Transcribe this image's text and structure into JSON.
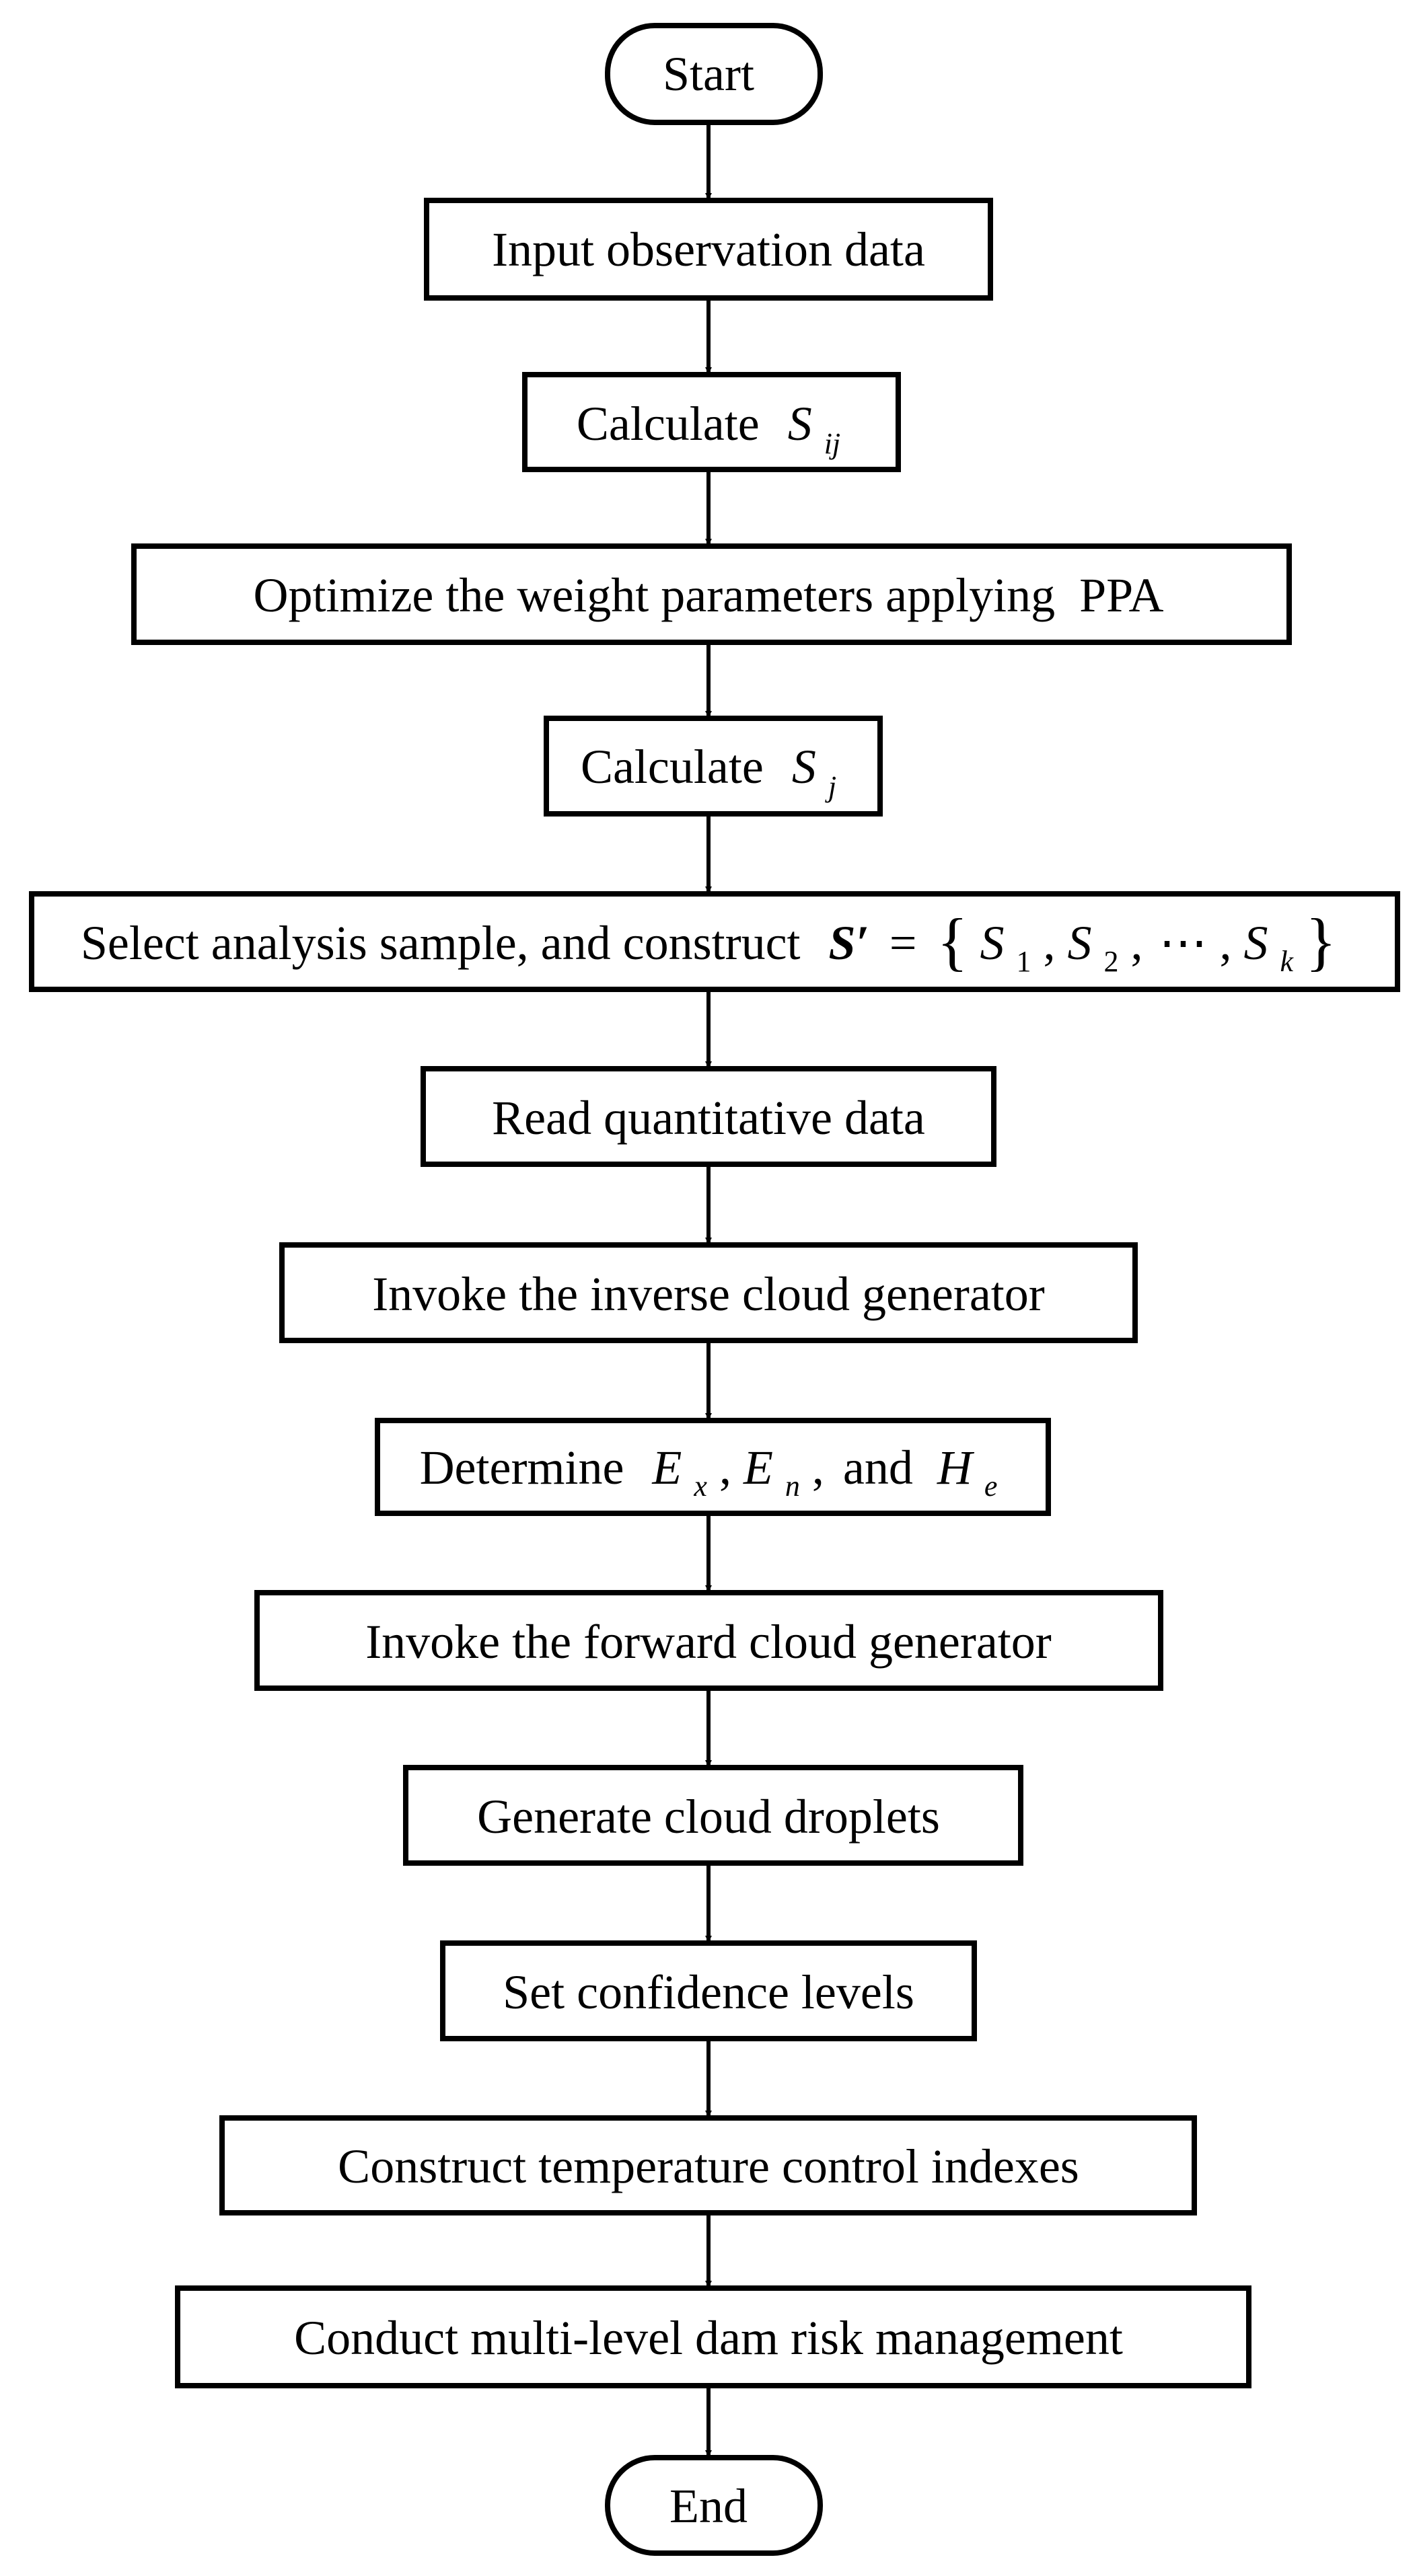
{
  "flowchart": {
    "steps": [
      {
        "id": "start",
        "shape": "terminal",
        "text": "Start"
      },
      {
        "id": "input",
        "shape": "process",
        "text": "Input observation data"
      },
      {
        "id": "calc-sij",
        "shape": "process",
        "text": "Calculate",
        "math": "S_ij"
      },
      {
        "id": "optimize",
        "shape": "process",
        "text": "Optimize the weight parameters applying  PPA"
      },
      {
        "id": "calc-sj",
        "shape": "process",
        "text": "Calculate",
        "math": "S_j"
      },
      {
        "id": "select",
        "shape": "process",
        "text": "Select analysis sample, and construct",
        "math": "S' = {S_1, S_2, ⋯, S_k}"
      },
      {
        "id": "read",
        "shape": "process",
        "text": "Read quantitative data"
      },
      {
        "id": "inverse",
        "shape": "process",
        "text": "Invoke the inverse cloud generator"
      },
      {
        "id": "determine",
        "shape": "process",
        "text": "Determine",
        "math": "E_x, E_n, and H_e"
      },
      {
        "id": "forward",
        "shape": "process",
        "text": "Invoke the forward cloud generator"
      },
      {
        "id": "droplets",
        "shape": "process",
        "text": "Generate cloud droplets"
      },
      {
        "id": "confidence",
        "shape": "process",
        "text": "Set confidence levels"
      },
      {
        "id": "indexes",
        "shape": "process",
        "text": "Construct temperature control indexes"
      },
      {
        "id": "risk",
        "shape": "process",
        "text": "Conduct multi-level dam risk management"
      },
      {
        "id": "end",
        "shape": "terminal",
        "text": "End"
      }
    ],
    "math_parts": {
      "S": "S",
      "ij": "ij",
      "j": "j",
      "S_prime": "S′",
      "eq": "=",
      "brace_open": "{",
      "brace_close": "}",
      "one": "1",
      "two": "2",
      "k": "k",
      "comma": ",",
      "ellipsis": "⋯",
      "E": "E",
      "H": "H",
      "x": "x",
      "n": "n",
      "e": "e",
      "and": "and"
    },
    "colors": {
      "stroke": "#000000",
      "fill": "#ffffff",
      "text": "#000000"
    }
  }
}
